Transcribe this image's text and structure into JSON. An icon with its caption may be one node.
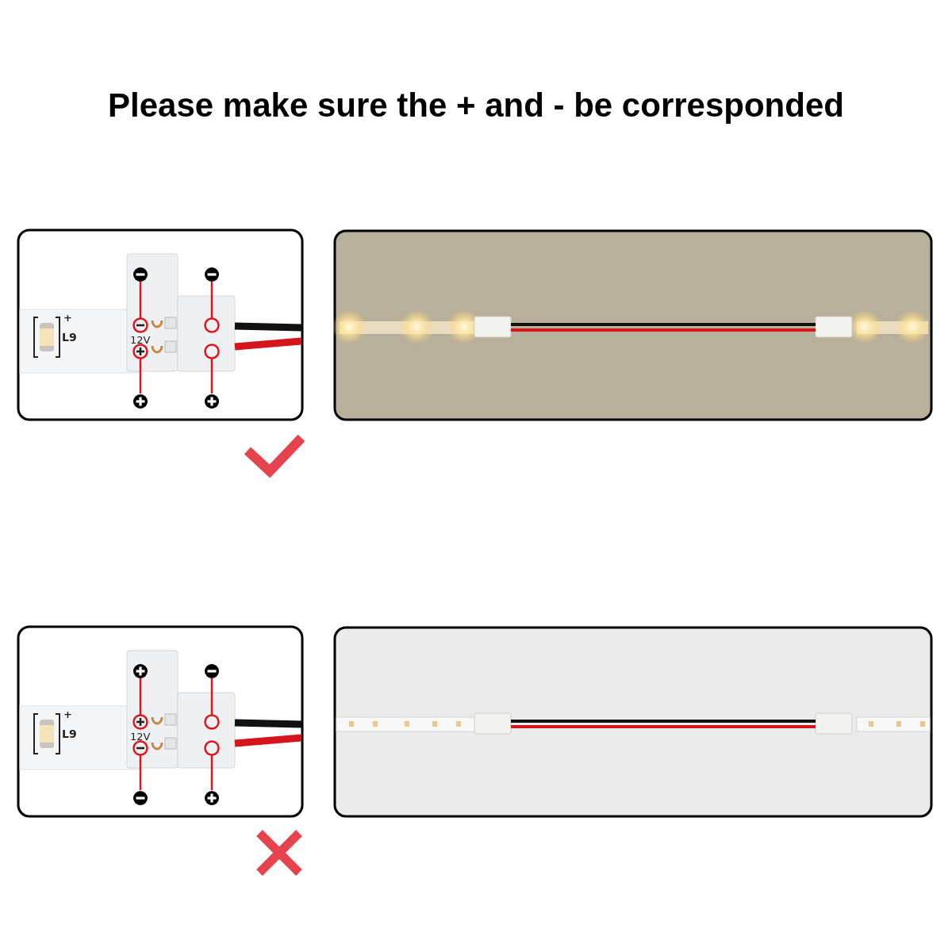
{
  "diagram": {
    "title": "Please make sure the + and - be corresponded",
    "labels": [
      "+",
      "L9",
      "12V",
      "+",
      "L9",
      "12V"
    ]
  }
}
